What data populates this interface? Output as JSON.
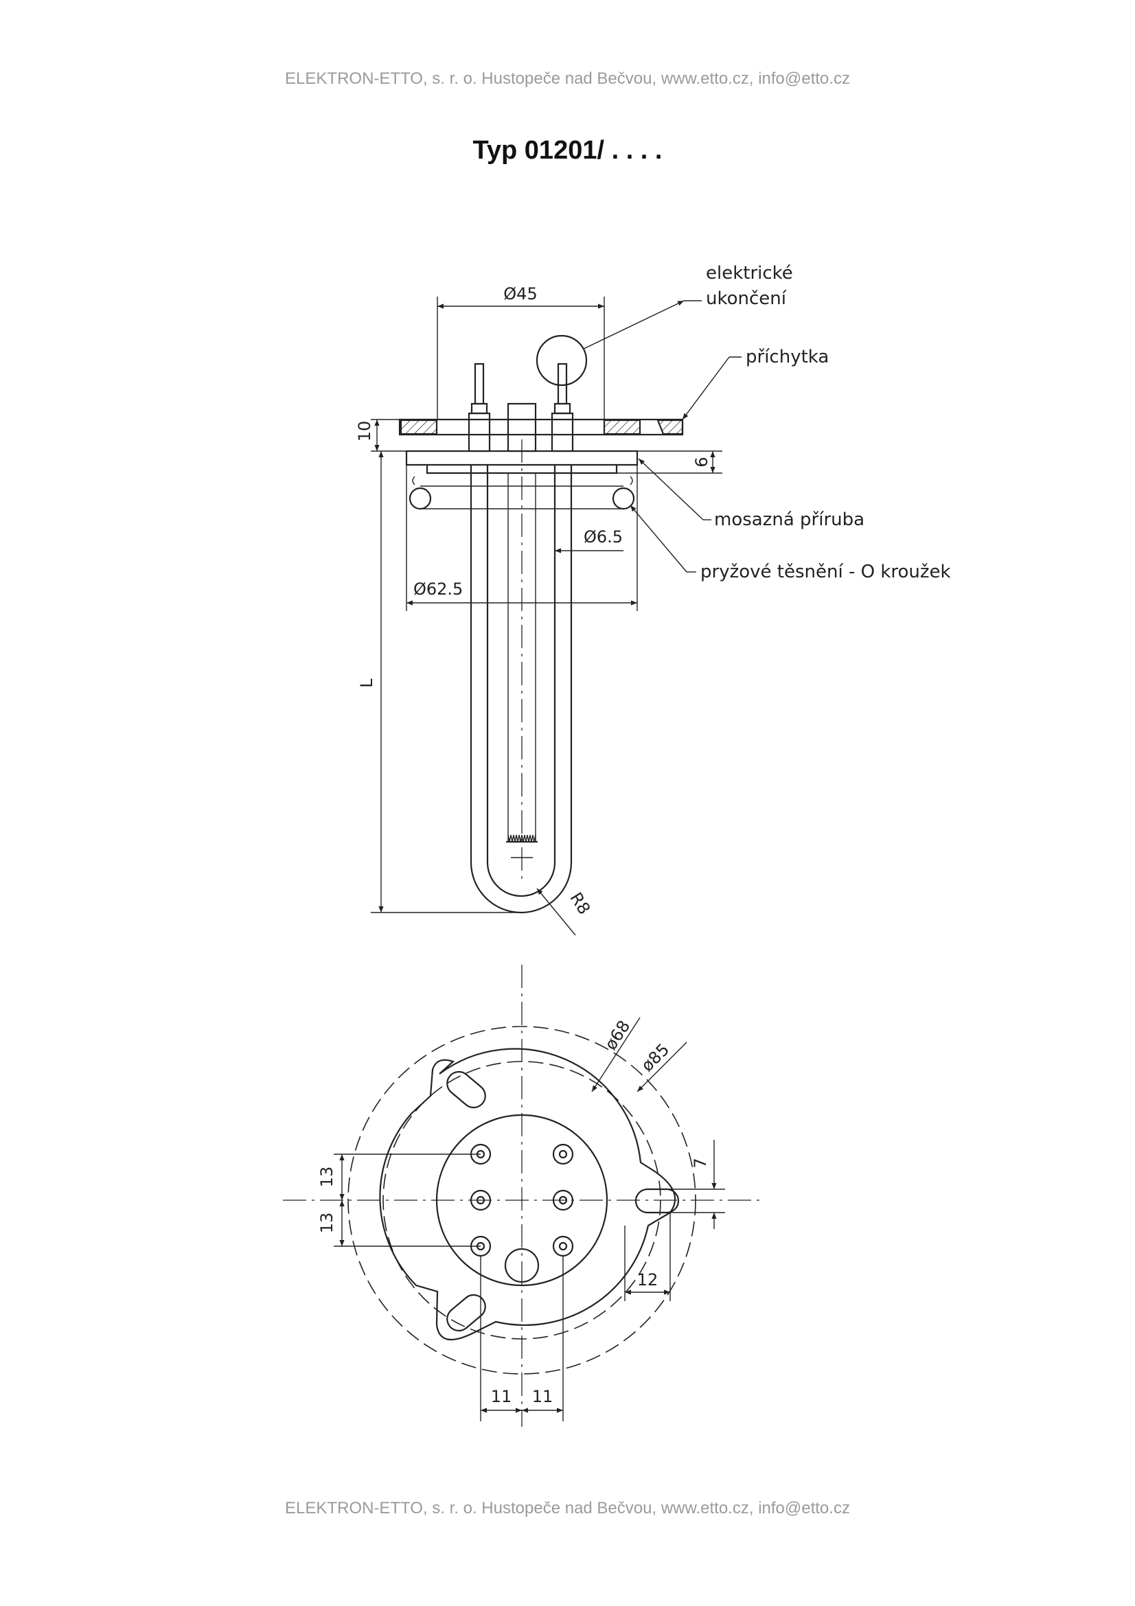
{
  "header": {
    "text": "ELEKTRON-ETTO, s. r. o. Hustopeče nad Bečvou, www.etto.cz, info@etto.cz"
  },
  "title": "Typ 01201/ . . . .",
  "footer": {
    "text": "ELEKTRON-ETTO, s. r. o. Hustopeče nad Bečvou, www.etto.cz, info@etto.cz"
  },
  "labels": {
    "electric_term_1": "elektrické",
    "electric_term_2": "ukončení",
    "clip": "příchytka",
    "brass_flange": "mosazná příruba",
    "rubber_seal": "pryžové těsnění - O kroužek"
  },
  "dims": {
    "d45": "Ø45",
    "d62_5": "Ø62.5",
    "d6_5": "Ø6.5",
    "h10": "10",
    "h6": "6",
    "L": "L",
    "R8": "R8",
    "d68": "ø68",
    "d85": "ø85",
    "s13a": "13",
    "s13b": "13",
    "s7": "7",
    "s12": "12",
    "s11a": "11",
    "s11b": "11"
  }
}
